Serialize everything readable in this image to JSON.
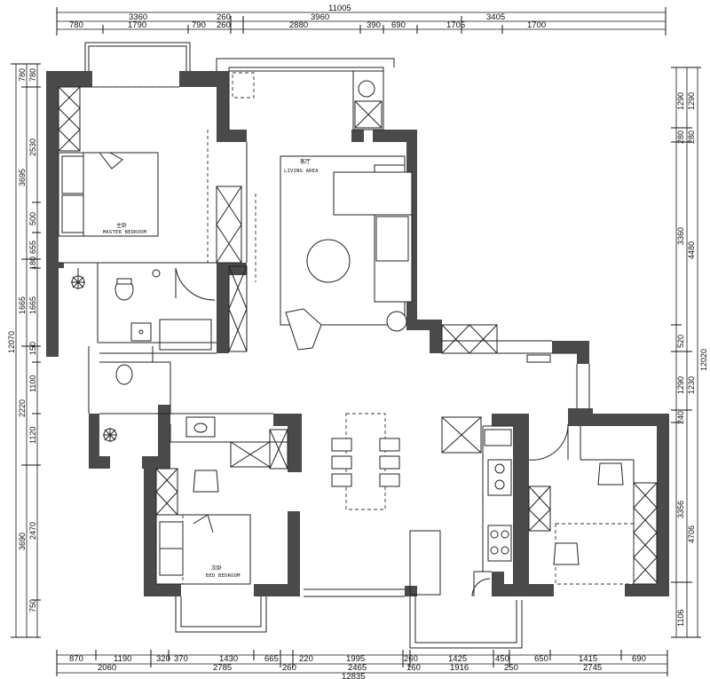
{
  "dimensions": {
    "top_total": "11005",
    "top_row1": [
      "3360",
      "260",
      "3960",
      "3405"
    ],
    "top_row2": [
      "780",
      "1790",
      "790",
      "260",
      "2880",
      "390",
      "690",
      "1705",
      "1700"
    ],
    "bottom_row1": [
      "870",
      "1190",
      "320",
      "370",
      "1430",
      "665",
      "220",
      "1995",
      "260",
      "1425",
      "450",
      "650",
      "1415",
      "690"
    ],
    "bottom_row2": [
      "2060",
      "2785",
      "260",
      "2465",
      "160",
      "1916",
      "250",
      "2745"
    ],
    "bottom_total": "12835",
    "left_row1": [
      "780",
      "2530",
      "500",
      "655",
      "180",
      "1665",
      "150",
      "1100",
      "1120",
      "2470",
      "750"
    ],
    "left_row2": [
      "780",
      "3695",
      "1665",
      "2220",
      "3690"
    ],
    "left_total": "12070",
    "right_row1": [
      "1290",
      "280",
      "3360",
      "520",
      "1290",
      "240",
      "3356",
      "1106"
    ],
    "right_row2": [
      "1290",
      "280",
      "4480",
      "1230",
      "4706"
    ],
    "right_total": "12020"
  },
  "rooms": {
    "master_bedroom_cn": "主卧",
    "master_bedroom_en": "MASTER BEDROOM",
    "living_cn": "客厅",
    "living_en": "LIVING AREA",
    "second_bedroom_cn": "次卧",
    "second_bedroom_en": "BED BEDROOM"
  }
}
